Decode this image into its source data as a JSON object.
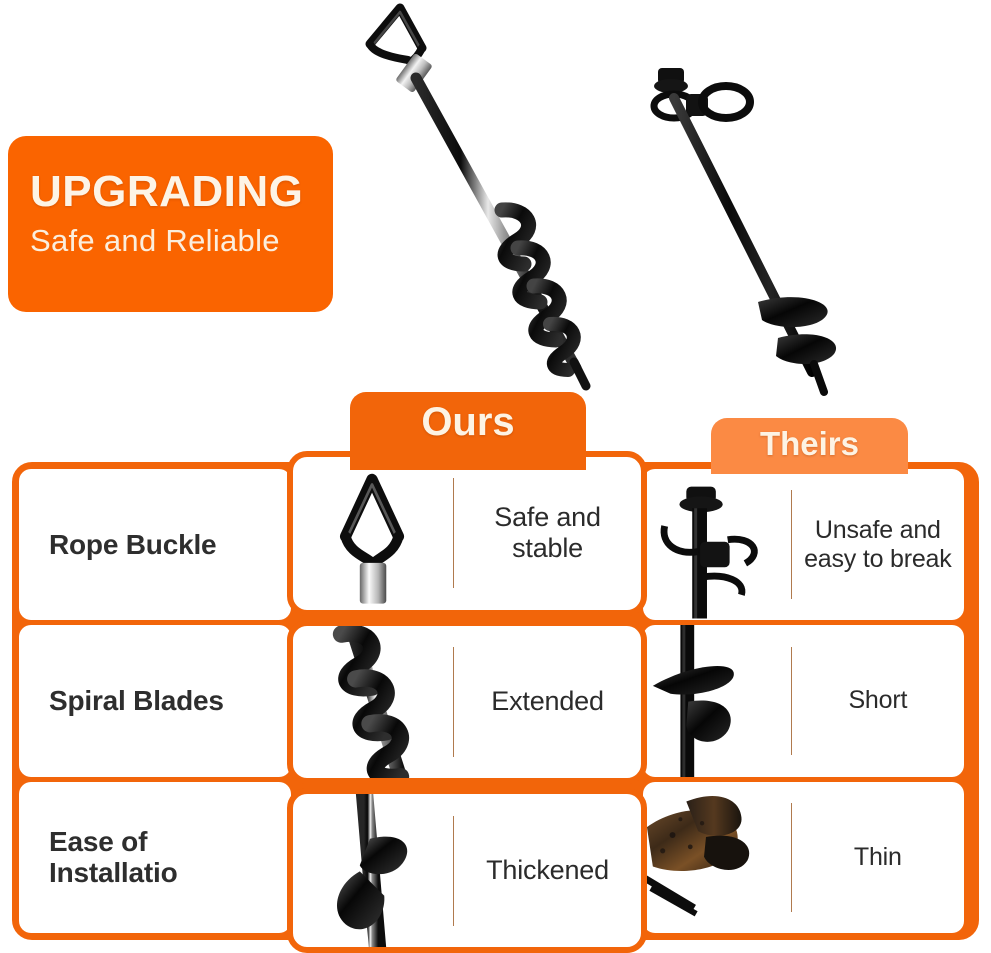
{
  "badge": {
    "title": "UPGRADING",
    "subtitle": "Safe and Reliable",
    "color": "#fa6400"
  },
  "hero": {
    "ours_product_alt": "ground-anchor-ours",
    "theirs_product_alt": "ground-anchor-theirs"
  },
  "tabs": {
    "ours": "Ours",
    "theirs": "Theirs",
    "ours_color": "#f2650a",
    "theirs_color": "#fb8a44"
  },
  "comparison": {
    "rows": [
      {
        "label": "Rope Buckle",
        "ours": "Safe and\nstable",
        "ours_line1": "Safe and",
        "ours_line2": "stable",
        "theirs_line1": "Unsafe and",
        "theirs_line2": "easy to break"
      },
      {
        "label": "Spiral Blades",
        "ours_line1": "Extended",
        "ours_line2": "",
        "theirs_line1": "Short",
        "theirs_line2": ""
      },
      {
        "label": "Ease of\nInstallatio",
        "label_line1": "Ease of",
        "label_line2": "Installatio",
        "ours_line1": "Thickened",
        "ours_line2": "",
        "theirs_line1": "Thin",
        "theirs_line2": ""
      }
    ]
  }
}
